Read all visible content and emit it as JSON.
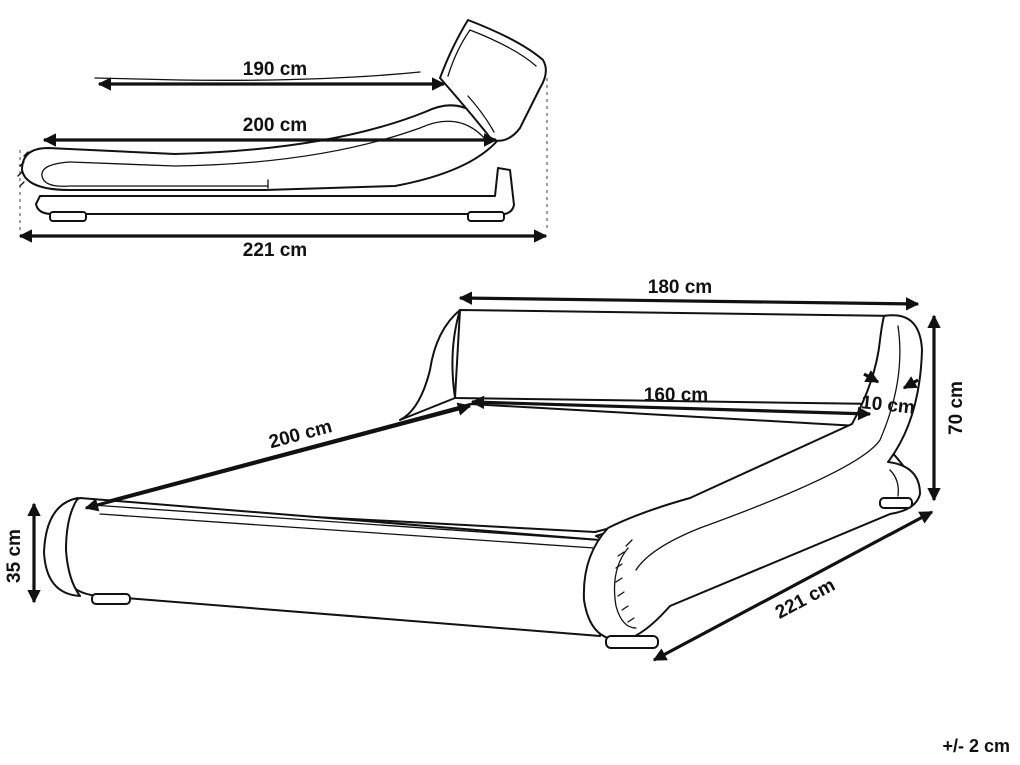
{
  "side_view": {
    "dim_inner_length": "190 cm",
    "dim_mattress_length": "200 cm",
    "dim_total_length": "221 cm"
  },
  "perspective_view": {
    "dim_outer_width": "180 cm",
    "dim_inner_width": "160 cm",
    "dim_headboard_thickness": "10 cm",
    "dim_headboard_height": "70 cm",
    "dim_mattress_length": "200 cm",
    "dim_frame_height": "35 cm",
    "dim_total_length": "221 cm"
  },
  "tolerance": "+/- 2 cm"
}
